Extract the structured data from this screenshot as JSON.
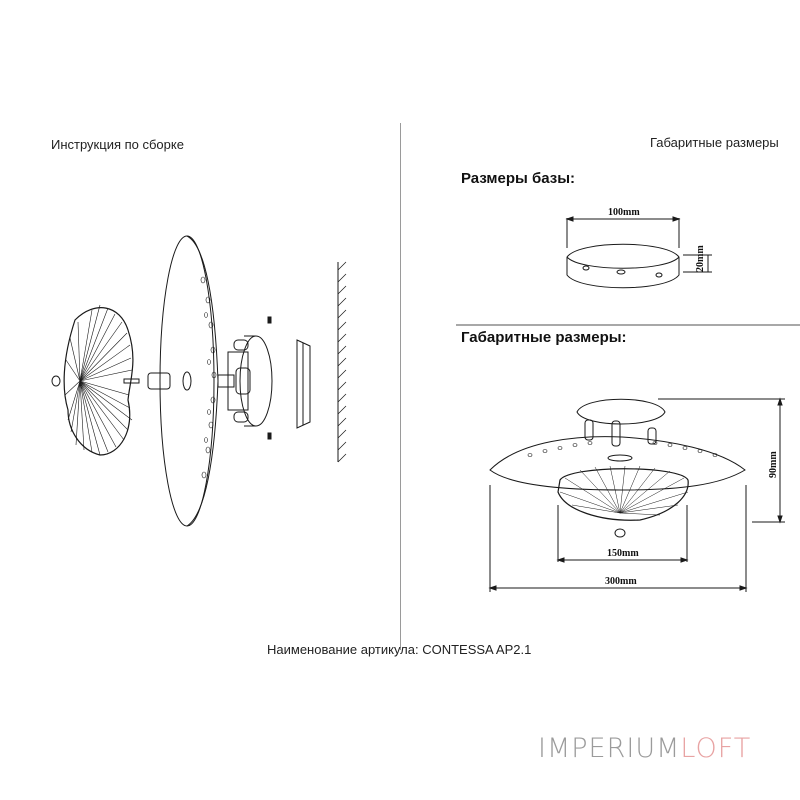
{
  "left_panel": {
    "title": "Инструкция по сборке",
    "diagram": {
      "label": "exploded-assembly-view",
      "parts": [
        "shade-cover",
        "connector-screw",
        "spacer-tube",
        "perforated-disc",
        "threaded-nipple",
        "ceiling-base",
        "mount-screws",
        "mounting-bracket",
        "wall-surface"
      ]
    }
  },
  "right_panel": {
    "title": "Габаритные размеры",
    "base_section": {
      "heading": "Размеры базы:",
      "width_label": "100mm",
      "height_label": "20mm"
    },
    "overall_section": {
      "heading": "Габаритные размеры:",
      "inner_width_label": "150mm",
      "outer_width_label": "300mm",
      "height_label": "90mm"
    }
  },
  "footer": {
    "article_label": "Наименование артикула: CONTESSA AP2.1"
  },
  "brand": {
    "part1": "IMPERIUM",
    "part2": "LOFT",
    "colors": {
      "part1": "#9b9b9b",
      "part2": "#e8a3a3"
    }
  }
}
